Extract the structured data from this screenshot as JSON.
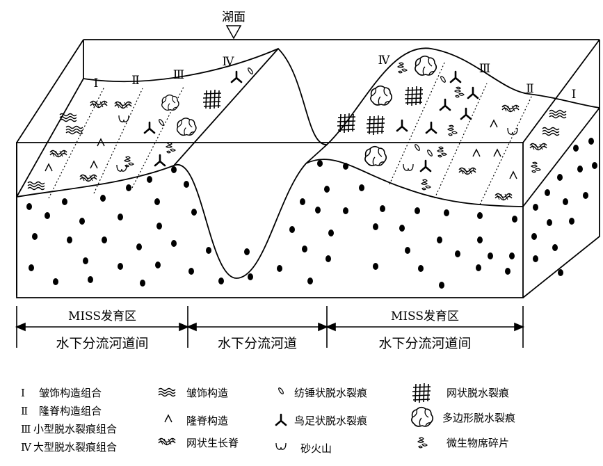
{
  "diagram": {
    "surface_label": "湖面",
    "zone_roman": {
      "left": [
        "Ⅰ",
        "Ⅱ",
        "Ⅲ",
        "Ⅳ"
      ],
      "right": [
        "Ⅳ",
        "Ⅲ",
        "Ⅱ",
        "Ⅰ"
      ]
    },
    "bottom_labels": {
      "miss_left": "MISS发育区",
      "miss_right": "MISS发育区",
      "zone_left": "水下分流河道间",
      "zone_mid": "水下分流河道",
      "zone_right": "水下分流河道间"
    }
  },
  "legend": {
    "col1": [
      {
        "sym": "Ⅰ",
        "label": "皱饰构造组合"
      },
      {
        "sym": "Ⅱ",
        "label": "隆脊构造组合"
      },
      {
        "sym": "Ⅲ",
        "label": "小型脱水裂痕组合"
      },
      {
        "sym": "Ⅳ",
        "label": "大型脱水裂痕组合"
      }
    ],
    "col2": [
      {
        "icon": "wrinkle-icon",
        "label": "皱饰构造"
      },
      {
        "icon": "ridge-icon",
        "label": "隆脊构造"
      },
      {
        "icon": "net-ridge-icon",
        "label": "网状生长脊"
      }
    ],
    "col3": [
      {
        "icon": "spindle-crack-icon",
        "label": "纺锤状脱水裂痕"
      },
      {
        "icon": "bird-foot-crack-icon",
        "label": "鸟足状脱水裂痕"
      },
      {
        "icon": "sand-volcano-icon",
        "label": "砂火山"
      }
    ],
    "col4": [
      {
        "icon": "net-crack-icon",
        "label": "网状脱水裂痕"
      },
      {
        "icon": "polygon-crack-icon",
        "label": "多边形脱水裂痕"
      },
      {
        "icon": "mat-fragment-icon",
        "label": "微生物席碎片"
      }
    ]
  }
}
